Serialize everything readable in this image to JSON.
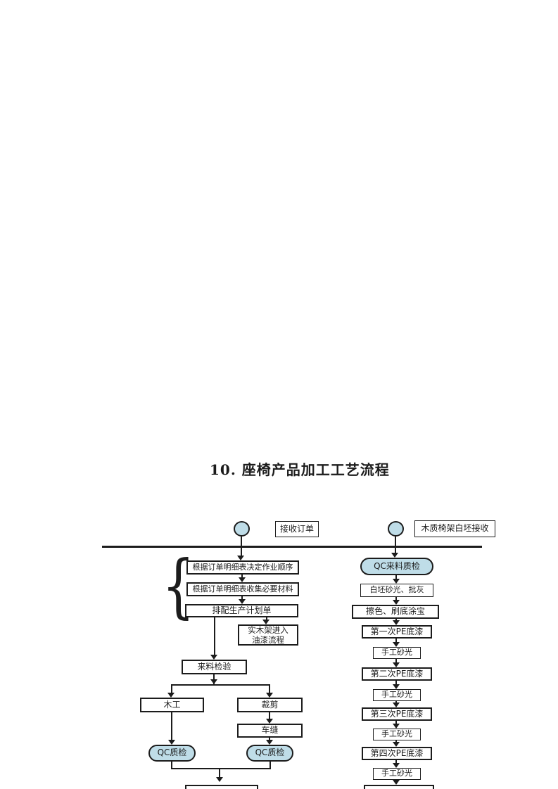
{
  "document": {
    "title": "10. 座椅产品加工工艺流程"
  },
  "colors": {
    "node_fill": "#bfdde8",
    "line_color": "#1c1c1c"
  },
  "flowchart": {
    "starts": {
      "order_label": "接收订单",
      "frame_label": "木质椅架白坯接收"
    },
    "left_branch": {
      "plan_steps": [
        "根据订单明细表决定作业顺序",
        "根据订单明细表收集必要材料",
        "排配生产计划单"
      ],
      "paint_note_line1": "实木架进入",
      "paint_note_line2": "油漆流程",
      "incoming_inspection": "来料检验",
      "woodwork": "木工",
      "cutting": "裁剪",
      "sewing": "车缝",
      "qc_left": "QC质检",
      "qc_right": "QC质检"
    },
    "right_branch": {
      "qc_incoming": "QC来料质检",
      "steps": [
        "白坯砂光、批灰",
        "擦色、刷底涂宝",
        "第一次PE底漆",
        "手工砂光",
        "第二次PE底漆",
        "手工砂光",
        "第三次PE底漆",
        "手工砂光",
        "第四次PE底漆",
        "手工砂光"
      ]
    }
  }
}
